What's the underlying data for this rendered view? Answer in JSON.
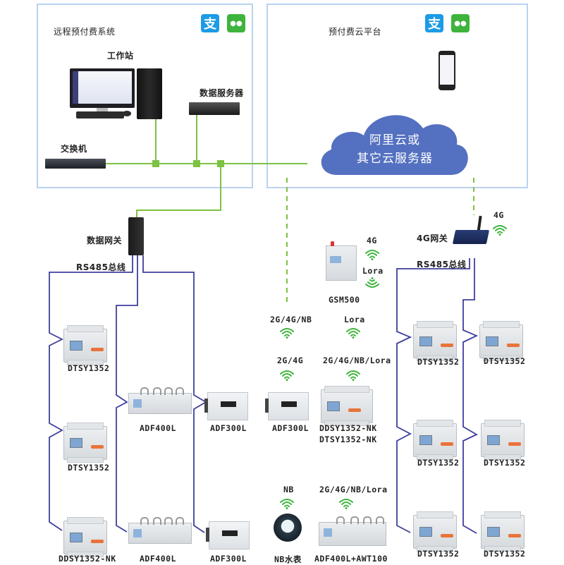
{
  "left_panel": {
    "title": "远程预付费系统",
    "workstation_label": "工作站",
    "server_label": "数据服务器",
    "switch_label": "交换机"
  },
  "right_panel": {
    "title": "预付费云平台",
    "cloud_line1": "阿里云或",
    "cloud_line2": "其它云服务器"
  },
  "payment_icons": {
    "alipay_glyph": "支",
    "wechat_glyph": "●●"
  },
  "gateway_left": {
    "label": "数据网关",
    "bus_label": "RS485总线"
  },
  "gateway_right": {
    "label": "4G网关",
    "bus_label": "RS485总线",
    "signal": "4G"
  },
  "gsm": {
    "label": "GSM500",
    "signal_top": "4G",
    "signal_bottom": "Lora"
  },
  "left_devices": {
    "col1": [
      "DTSY1352",
      "DTSY1352",
      "DDSY1352-NK"
    ],
    "col2": [
      "ADF400L",
      "ADF400L"
    ],
    "col3": [
      "ADF300L",
      "ADF300L"
    ]
  },
  "wireless": {
    "signal_a": "2G/4G/NB",
    "signal_b": "Lora",
    "signal_c": "2G/4G",
    "signal_d": "2G/4G/NB/Lora",
    "device_c": "ADF300L",
    "device_d_line1": "DDSY1352-NK",
    "device_d_line2": "DTSY1352-NK",
    "signal_e": "NB",
    "signal_f": "2G/4G/NB/Lora",
    "device_e": "NB水表",
    "device_f": "ADF400L+AWT100"
  },
  "right_devices": [
    "DTSY1352",
    "DTSY1352",
    "DTSY1352",
    "DTSY1352",
    "DTSY1352",
    "DTSY1352"
  ],
  "colors": {
    "ethernet": "#7dc242",
    "rs485": "#3d3f9c",
    "frame": "#b9d3ef",
    "cloud": "#5470c0",
    "wifi": "#3fb43d"
  }
}
